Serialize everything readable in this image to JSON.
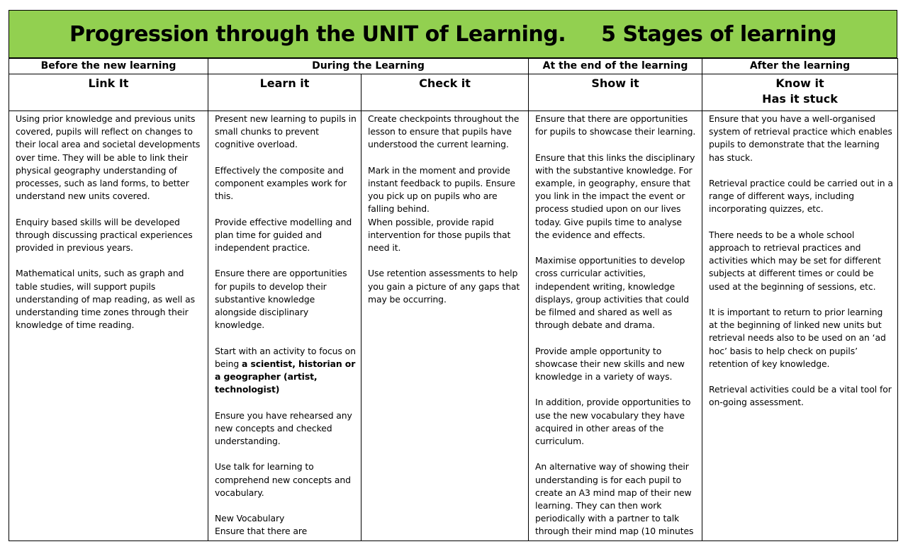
{
  "title": {
    "part1": "Progression through the UNIT of Learning.",
    "part2": "5 Stages of learning"
  },
  "stages": [
    "Before the new learning",
    "During the Learning",
    "At the end of the learning",
    "After the learning"
  ],
  "steps": [
    "Link It",
    "Learn it",
    "Check it",
    "Show it",
    "Know it",
    "Has it stuck"
  ],
  "link_it": [
    "Using prior knowledge and previous units covered, pupils will reflect on changes to their local area and societal developments over time. They will be able to link their physical geography understanding of processes, such as land forms, to better understand new units covered.",
    "Enquiry based skills will be developed through discussing practical experiences provided in previous years.",
    "Mathematical units, such as graph and table studies, will support pupils understanding of map reading, as well as understanding time zones through their knowledge of time reading."
  ],
  "learn_it": {
    "p1": "Present new learning to pupils in small chunks to prevent cognitive overload.",
    "p2": "Effectively the composite and component examples work for this.",
    "p3": "Provide effective modelling and plan time for guided and independent practice.",
    "p4": "Ensure there are opportunities for pupils to develop their substantive knowledge alongside disciplinary knowledge.",
    "p5_start": "Start with an activity to focus on being ",
    "p5_bold": "a scientist, historian or a geographer (artist, technologist)",
    "p6": "Ensure you have rehearsed any new concepts and checked understanding.",
    "p7": "Use talk for learning to comprehend new concepts and vocabulary.",
    "p8": "New Vocabulary",
    "p9": "Ensure that there are opportunities for pupils to learn"
  },
  "check_it": [
    "Create checkpoints throughout the lesson to ensure that pupils have understood the current learning.",
    "Mark in the moment and provide instant feedback to pupils. Ensure you pick up on pupils who are falling behind.",
    "When possible, provide rapid intervention for those pupils that need it.",
    "Use retention assessments to help you gain a picture of any gaps that may be occurring."
  ],
  "show_it": [
    "Ensure that there are opportunities for pupils to showcase their learning.",
    "Ensure that this links the disciplinary with the substantive knowledge. For example, in geography, ensure that you link in the impact the event or process studied upon on our lives today. Give pupils time to analyse the evidence and effects.",
    "Maximise opportunities to develop cross curricular activities, independent writing, knowledge displays, group activities that could be filmed and shared as well as through debate and drama.",
    "Provide ample opportunity to showcase their new skills and new knowledge in a variety of ways.",
    "In addition, provide opportunities to use the new vocabulary they have acquired in other areas of the curriculum.",
    "An alternative way of showing their understanding is for each pupil to create an A3 mind map of their new learning. They can then work periodically with a partner to talk through their mind map (10 minutes"
  ],
  "know_it": [
    "Ensure that you have a well-organised system of retrieval practice which enables pupils to demonstrate that the learning has stuck.",
    "Retrieval practice could be carried out in a range of different ways, including incorporating quizzes, etc.",
    "There needs to be a whole school approach to retrieval practices and activities which may be set for different subjects at different times or could be used at the beginning of sessions, etc.",
    "It is important to return to prior learning at the beginning of linked new units but retrieval needs also to be used on an ‘ad hoc’ basis to help check on pupils’ retention of key knowledge.",
    "Retrieval activities could be a vital tool for on-going assessment."
  ],
  "colors": {
    "title_band": "#92d050",
    "border": "#000000"
  }
}
